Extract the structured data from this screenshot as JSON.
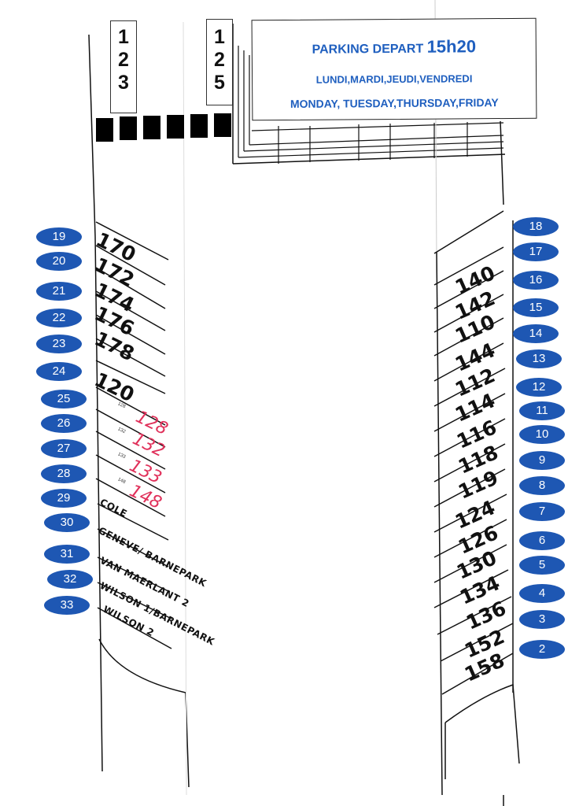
{
  "info": {
    "title": "PARKING DEPART",
    "time": "15h20",
    "days_fr": "LUNDI,MARDI,JEUDI,VENDREDI",
    "days_en": "MONDAY, TUESDAY,THURSDAY,FRIDAY"
  },
  "route_signs": {
    "left": [
      "1",
      "2",
      "3"
    ],
    "right": [
      "1",
      "2",
      "5"
    ]
  },
  "left_bays": [
    {
      "bay": "19",
      "label": "170"
    },
    {
      "bay": "20",
      "label": "172"
    },
    {
      "bay": "21",
      "label": "174"
    },
    {
      "bay": "22",
      "label": "176"
    },
    {
      "bay": "23",
      "label": "178"
    },
    {
      "bay": "24",
      "label": "120"
    },
    {
      "bay": "25",
      "label": "128",
      "small": "128"
    },
    {
      "bay": "26",
      "label": "132",
      "small": "132"
    },
    {
      "bay": "27",
      "label": "133",
      "small": "133"
    },
    {
      "bay": "28",
      "label": "148",
      "small": "148"
    },
    {
      "bay": "29",
      "label": "COLE"
    },
    {
      "bay": "30",
      "label": "GENEVE/ BARNEPARK"
    },
    {
      "bay": "31",
      "label": "VAN MAERLANT 2"
    },
    {
      "bay": "32",
      "label": "WILSON 1/BARNEPARK"
    },
    {
      "bay": "33",
      "label": "WILSON 2"
    }
  ],
  "right_bays": [
    {
      "bay": "18",
      "label": ""
    },
    {
      "bay": "17",
      "label": "140"
    },
    {
      "bay": "16",
      "label": "142"
    },
    {
      "bay": "15",
      "label": "110"
    },
    {
      "bay": "14",
      "label": "144"
    },
    {
      "bay": "13",
      "label": "112"
    },
    {
      "bay": "12",
      "label": "114"
    },
    {
      "bay": "11",
      "label": "116"
    },
    {
      "bay": "10",
      "label": "118"
    },
    {
      "bay": "9",
      "label": "119"
    },
    {
      "bay": "8",
      "label": "124"
    },
    {
      "bay": "7",
      "label": "126"
    },
    {
      "bay": "6",
      "label": "130"
    },
    {
      "bay": "5",
      "label": "134"
    },
    {
      "bay": "4",
      "label": "136"
    },
    {
      "bay": "3",
      "label": "152"
    },
    {
      "bay": "2",
      "label": "158"
    }
  ],
  "colors": {
    "badge": "#1e57b3",
    "header_text": "#1f5fbf",
    "handwriting": "#e0305a",
    "lines": "#111111"
  }
}
